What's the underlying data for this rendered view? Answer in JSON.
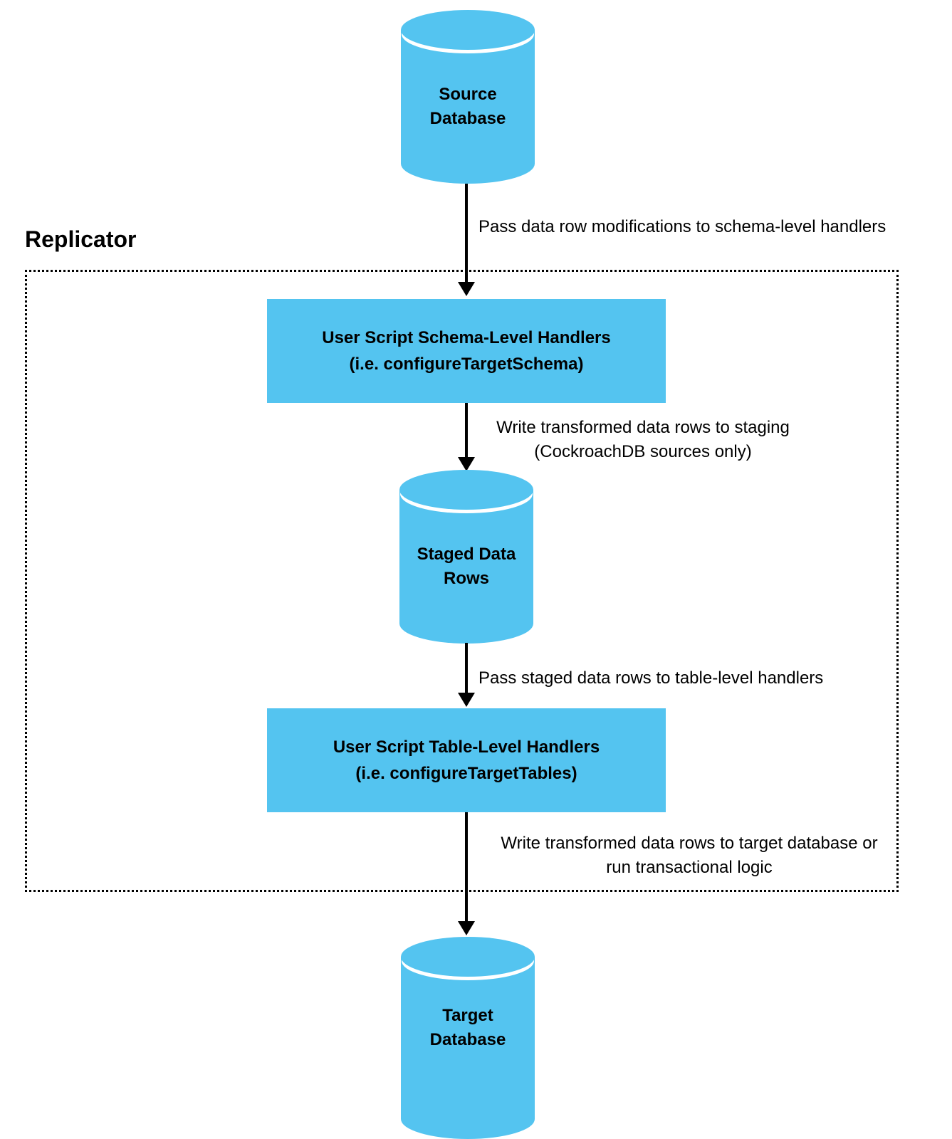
{
  "diagram": {
    "replicator_label": "Replicator",
    "nodes": {
      "source_db": {
        "line1": "Source",
        "line2": "Database"
      },
      "schema_handlers": {
        "line1": "User Script Schema-Level Handlers",
        "line2": "(i.e. configureTargetSchema)"
      },
      "staged_rows": {
        "line1": "Staged Data",
        "line2": "Rows"
      },
      "table_handlers": {
        "line1": "User Script Table-Level Handlers",
        "line2": "(i.e. configureTargetTables)"
      },
      "target_db": {
        "line1": "Target",
        "line2": "Database"
      }
    },
    "edges": {
      "source_to_schema": {
        "label": "Pass data row modifications to schema-level handlers"
      },
      "schema_to_staged": {
        "line1": "Write transformed data rows to staging",
        "line2": "(CockroachDB sources only)"
      },
      "staged_to_table": {
        "label": "Pass staged data rows to table-level handlers"
      },
      "table_to_target": {
        "line1": "Write transformed data rows to target database or",
        "line2": "run transactional logic"
      }
    },
    "colors": {
      "node_fill": "#54C4F0",
      "arrow": "#000000"
    }
  }
}
